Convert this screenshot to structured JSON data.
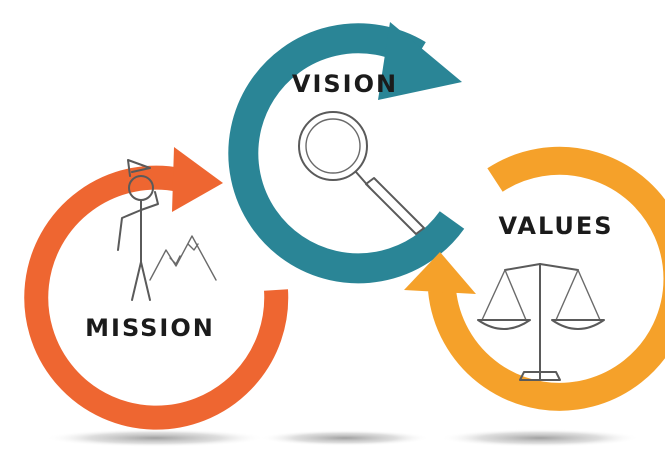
{
  "cycle": {
    "colors": {
      "vision": "#2a8596",
      "mission": "#ee6631",
      "values": "#f5a12a",
      "shadow": "#9a9a9a"
    },
    "nodes": [
      {
        "id": "vision",
        "label": "VISION",
        "icon": "magnifying-glass-icon"
      },
      {
        "id": "mission",
        "label": "MISSION",
        "icon": "person-mountain-flag-icon"
      },
      {
        "id": "values",
        "label": "VALUES",
        "icon": "balance-scale-icon"
      }
    ]
  }
}
